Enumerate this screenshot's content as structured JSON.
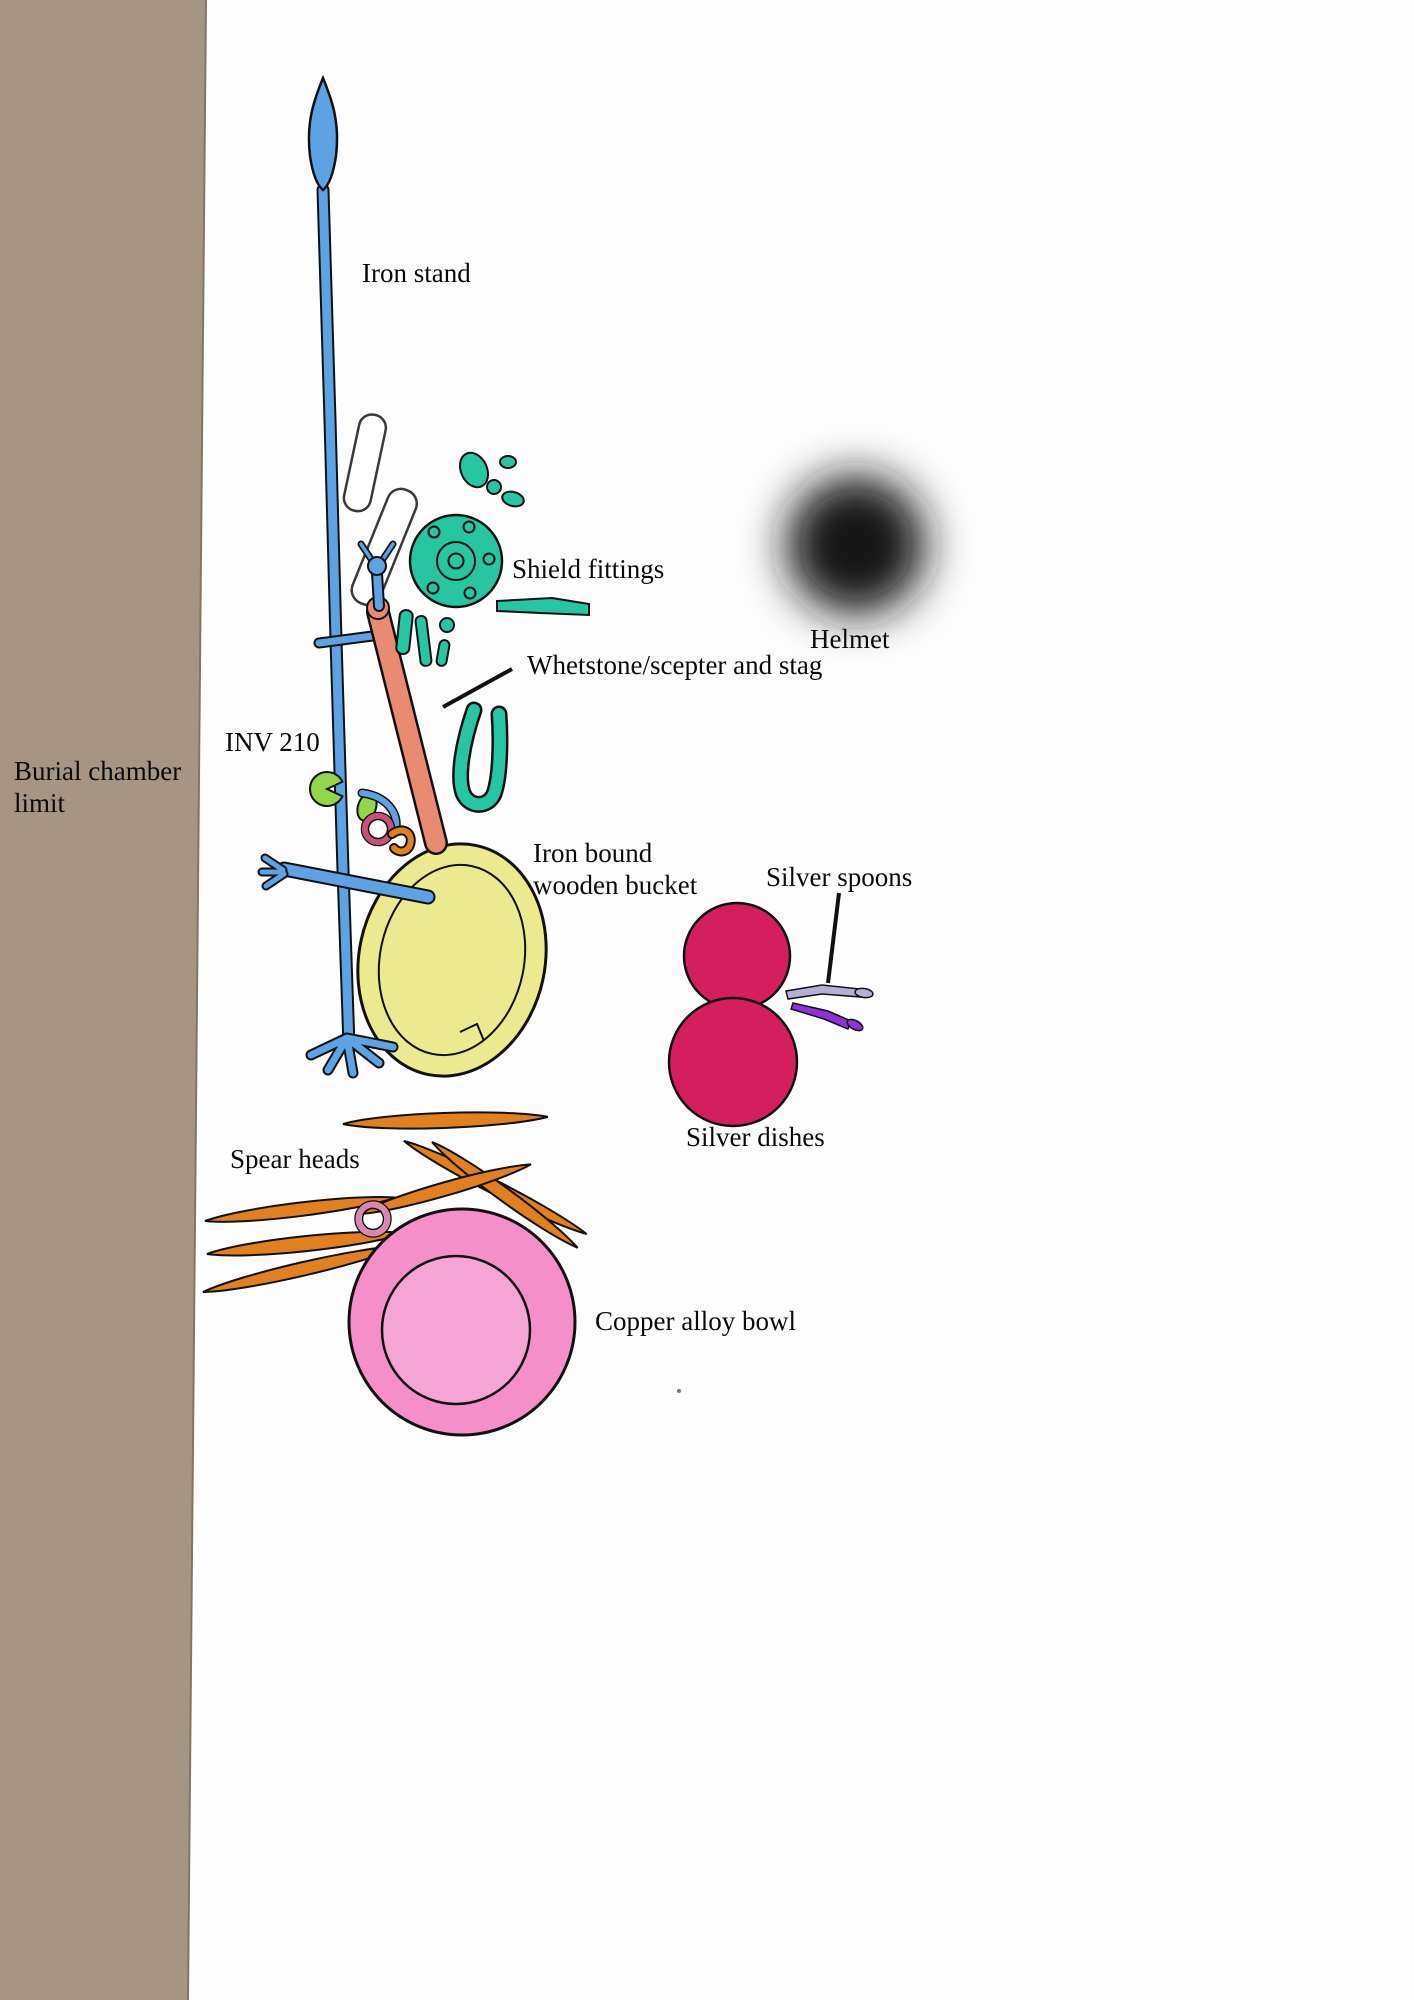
{
  "colors": {
    "background": "#fdfdfd",
    "chamber_band": "#a79584",
    "band_edge": "#857463",
    "outline": "#111111",
    "iron_stand": "#5fa2e4",
    "white_object": "#ffffff",
    "shield": "#27c5a2",
    "scepter": "#e98a72",
    "green_fitting": "#93d64b",
    "pink_ring": "#c94f7c",
    "spear_ring": "#d887b2",
    "orange": "#e0801f",
    "bucket": "#ece990",
    "silver_dish": "#d41f5e",
    "spoon_purple": "#9031d8",
    "spoon_silver": "#b7aed8",
    "bowl": "#f48fca",
    "bowl_inner": "#f5a5d5",
    "helmet": "#161616"
  },
  "labels": {
    "iron_stand": "Iron stand",
    "shield_fittings": "Shield fittings",
    "helmet": "Helmet",
    "whetstone_scepter": "Whetstone/scepter and stag",
    "inv_210": "INV 210",
    "burial_chamber_limit": "Burial chamber limit",
    "iron_bucket": "Iron bound wooden bucket",
    "silver_spoons": "Silver spoons",
    "silver_dishes": "Silver dishes",
    "spear_heads": "Spear heads",
    "copper_bowl": "Copper alloy bowl"
  }
}
